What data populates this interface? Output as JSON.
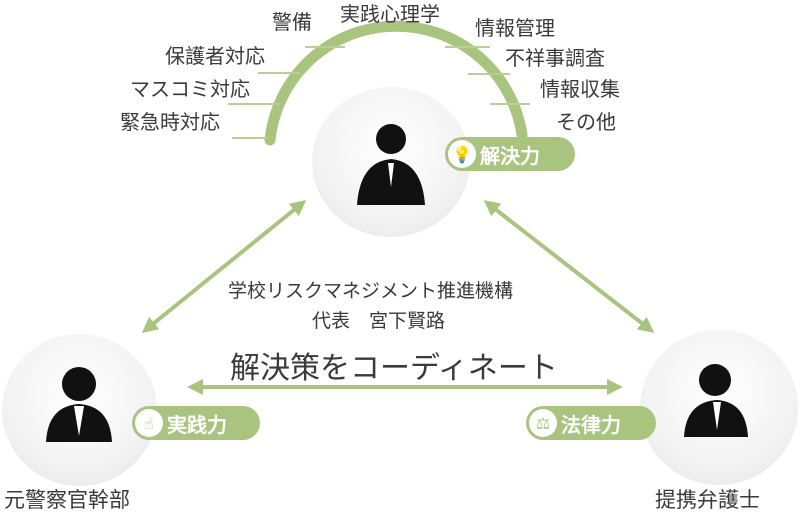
{
  "skills_left": [
    "警備",
    "保護者対応",
    "マスコミ対応",
    "緊急時対応"
  ],
  "skills_top": "実践心理学",
  "skills_right": [
    "情報管理",
    "不祥事調査",
    "情報収集",
    "その他"
  ],
  "badges": {
    "solve": "解決力",
    "practice": "実践力",
    "law": "法律力"
  },
  "center_text": {
    "org": "学校リスクマネジメント推進機構",
    "rep": "代表　宮下賢路",
    "coordinate": "解決策をコーディネート"
  },
  "nodes": {
    "left": "元警察官幹部",
    "right": "提携弁護士"
  },
  "colors": {
    "accent": "#a9c47f",
    "text": "#3a3a3a"
  }
}
